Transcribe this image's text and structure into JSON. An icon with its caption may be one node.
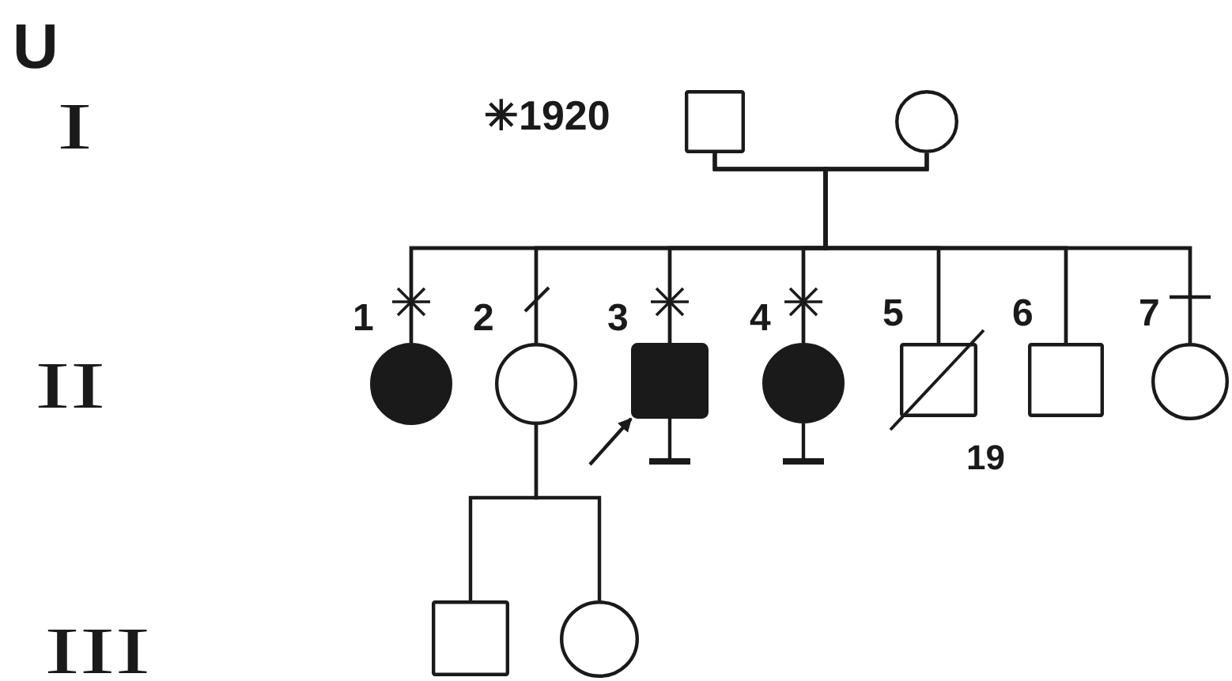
{
  "diagram": {
    "nodes": [
      {
        "text": [],
        "shape": "box",
        "beside": [
          "✳1920"
        ]
      },
      {
        "text": [],
        "shape": "circle"
      },
      {
        "text": [],
        "shape": "circle",
        "beside": [
          "1"
        ]
      },
      {
        "text": [],
        "shape": "circle",
        "beside": [
          "2"
        ]
      },
      {
        "text": [],
        "shape": "box",
        "beside": [
          "3"
        ]
      },
      {
        "text": [],
        "shape": "circle",
        "beside": [
          "4"
        ]
      },
      {
        "text": [],
        "shape": "box",
        "beside": [
          "5",
          "19"
        ]
      },
      {
        "text": [],
        "shape": "box",
        "beside": [
          "6"
        ]
      },
      {
        "text": [],
        "shape": "circle",
        "beside": [
          "7"
        ]
      },
      {
        "text": [],
        "shape": "box"
      },
      {
        "text": [],
        "shape": "circle"
      }
    ],
    "edges": [
      {
        "from": 0,
        "to": 1,
        "arrow": "none"
      },
      {
        "from": 0,
        "to": 2,
        "arrow": "none"
      },
      {
        "from": 0,
        "to": 3,
        "arrow": "none"
      },
      {
        "from": 0,
        "to": 4,
        "arrow": "none"
      },
      {
        "from": 0,
        "to": 5,
        "arrow": "none"
      },
      {
        "from": 0,
        "to": 6,
        "arrow": "none"
      },
      {
        "from": 0,
        "to": 7,
        "arrow": "none"
      },
      {
        "from": 0,
        "to": 8,
        "arrow": "none"
      },
      {
        "from": 1,
        "to": 2,
        "arrow": "none"
      },
      {
        "from": 1,
        "to": 3,
        "arrow": "none"
      },
      {
        "from": 1,
        "to": 4,
        "arrow": "none"
      },
      {
        "from": 1,
        "to": 5,
        "arrow": "none"
      },
      {
        "from": 1,
        "to": 6,
        "arrow": "none"
      },
      {
        "from": 1,
        "to": 7,
        "arrow": "none"
      },
      {
        "from": 1,
        "to": 8,
        "arrow": "none"
      },
      {
        "from": 3,
        "to": 9,
        "arrow": "none"
      },
      {
        "from": 3,
        "to": 10,
        "arrow": "none"
      },
      {
        "from": null,
        "to": 4,
        "arrow": "to"
      }
    ],
    "labels": [
      "U",
      "I",
      "II",
      "III"
    ]
  }
}
